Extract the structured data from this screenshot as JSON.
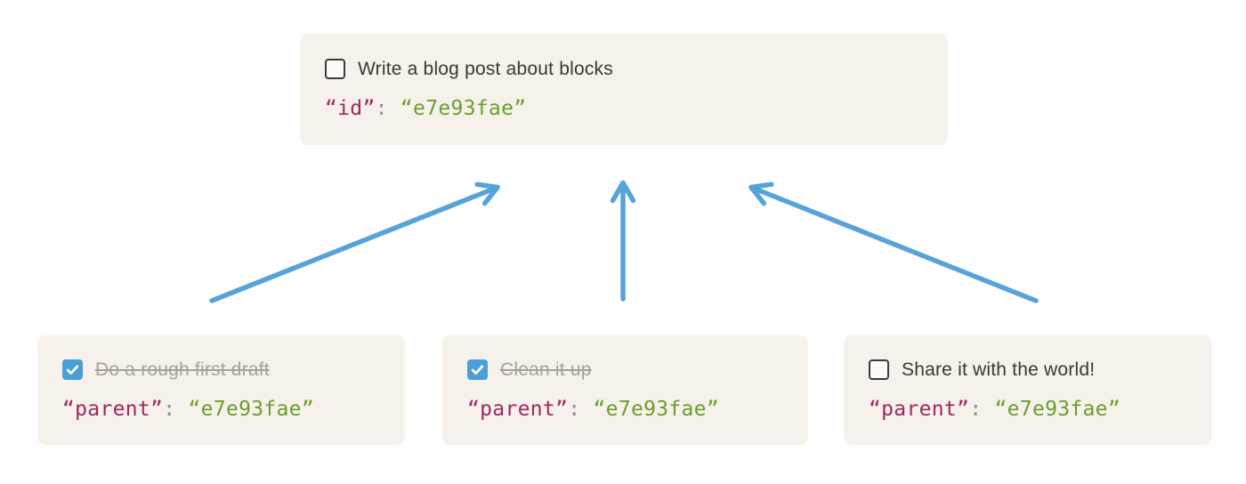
{
  "parent_task": {
    "title": "Write a blog post about blocks",
    "checked": false,
    "code": {
      "key": "“id”",
      "separator": ":",
      "value": "“e7e93fae”"
    }
  },
  "child_tasks": [
    {
      "title": "Do a rough first draft",
      "checked": true,
      "code": {
        "key": "“parent”",
        "separator": ":",
        "value": "“e7e93fae”"
      }
    },
    {
      "title": "Clean it up",
      "checked": true,
      "code": {
        "key": "“parent”",
        "separator": ":",
        "value": "“e7e93fae”"
      }
    },
    {
      "title": "Share it with the world!",
      "checked": false,
      "code": {
        "key": "“parent”",
        "separator": ":",
        "value": "“e7e93fae”"
      }
    }
  ],
  "colors": {
    "card_background": "#f6f1ea",
    "arrow_blue": "#55a3d9",
    "checkbox_checked_blue": "#4aa0d6",
    "checkbox_border": "#3e3b36",
    "title_text": "#3a3833",
    "done_text": "#a6a19a",
    "code_key_magenta": "#9c2963",
    "code_punctuation_gray": "#908c86",
    "code_value_green": "#6b9e2e"
  }
}
